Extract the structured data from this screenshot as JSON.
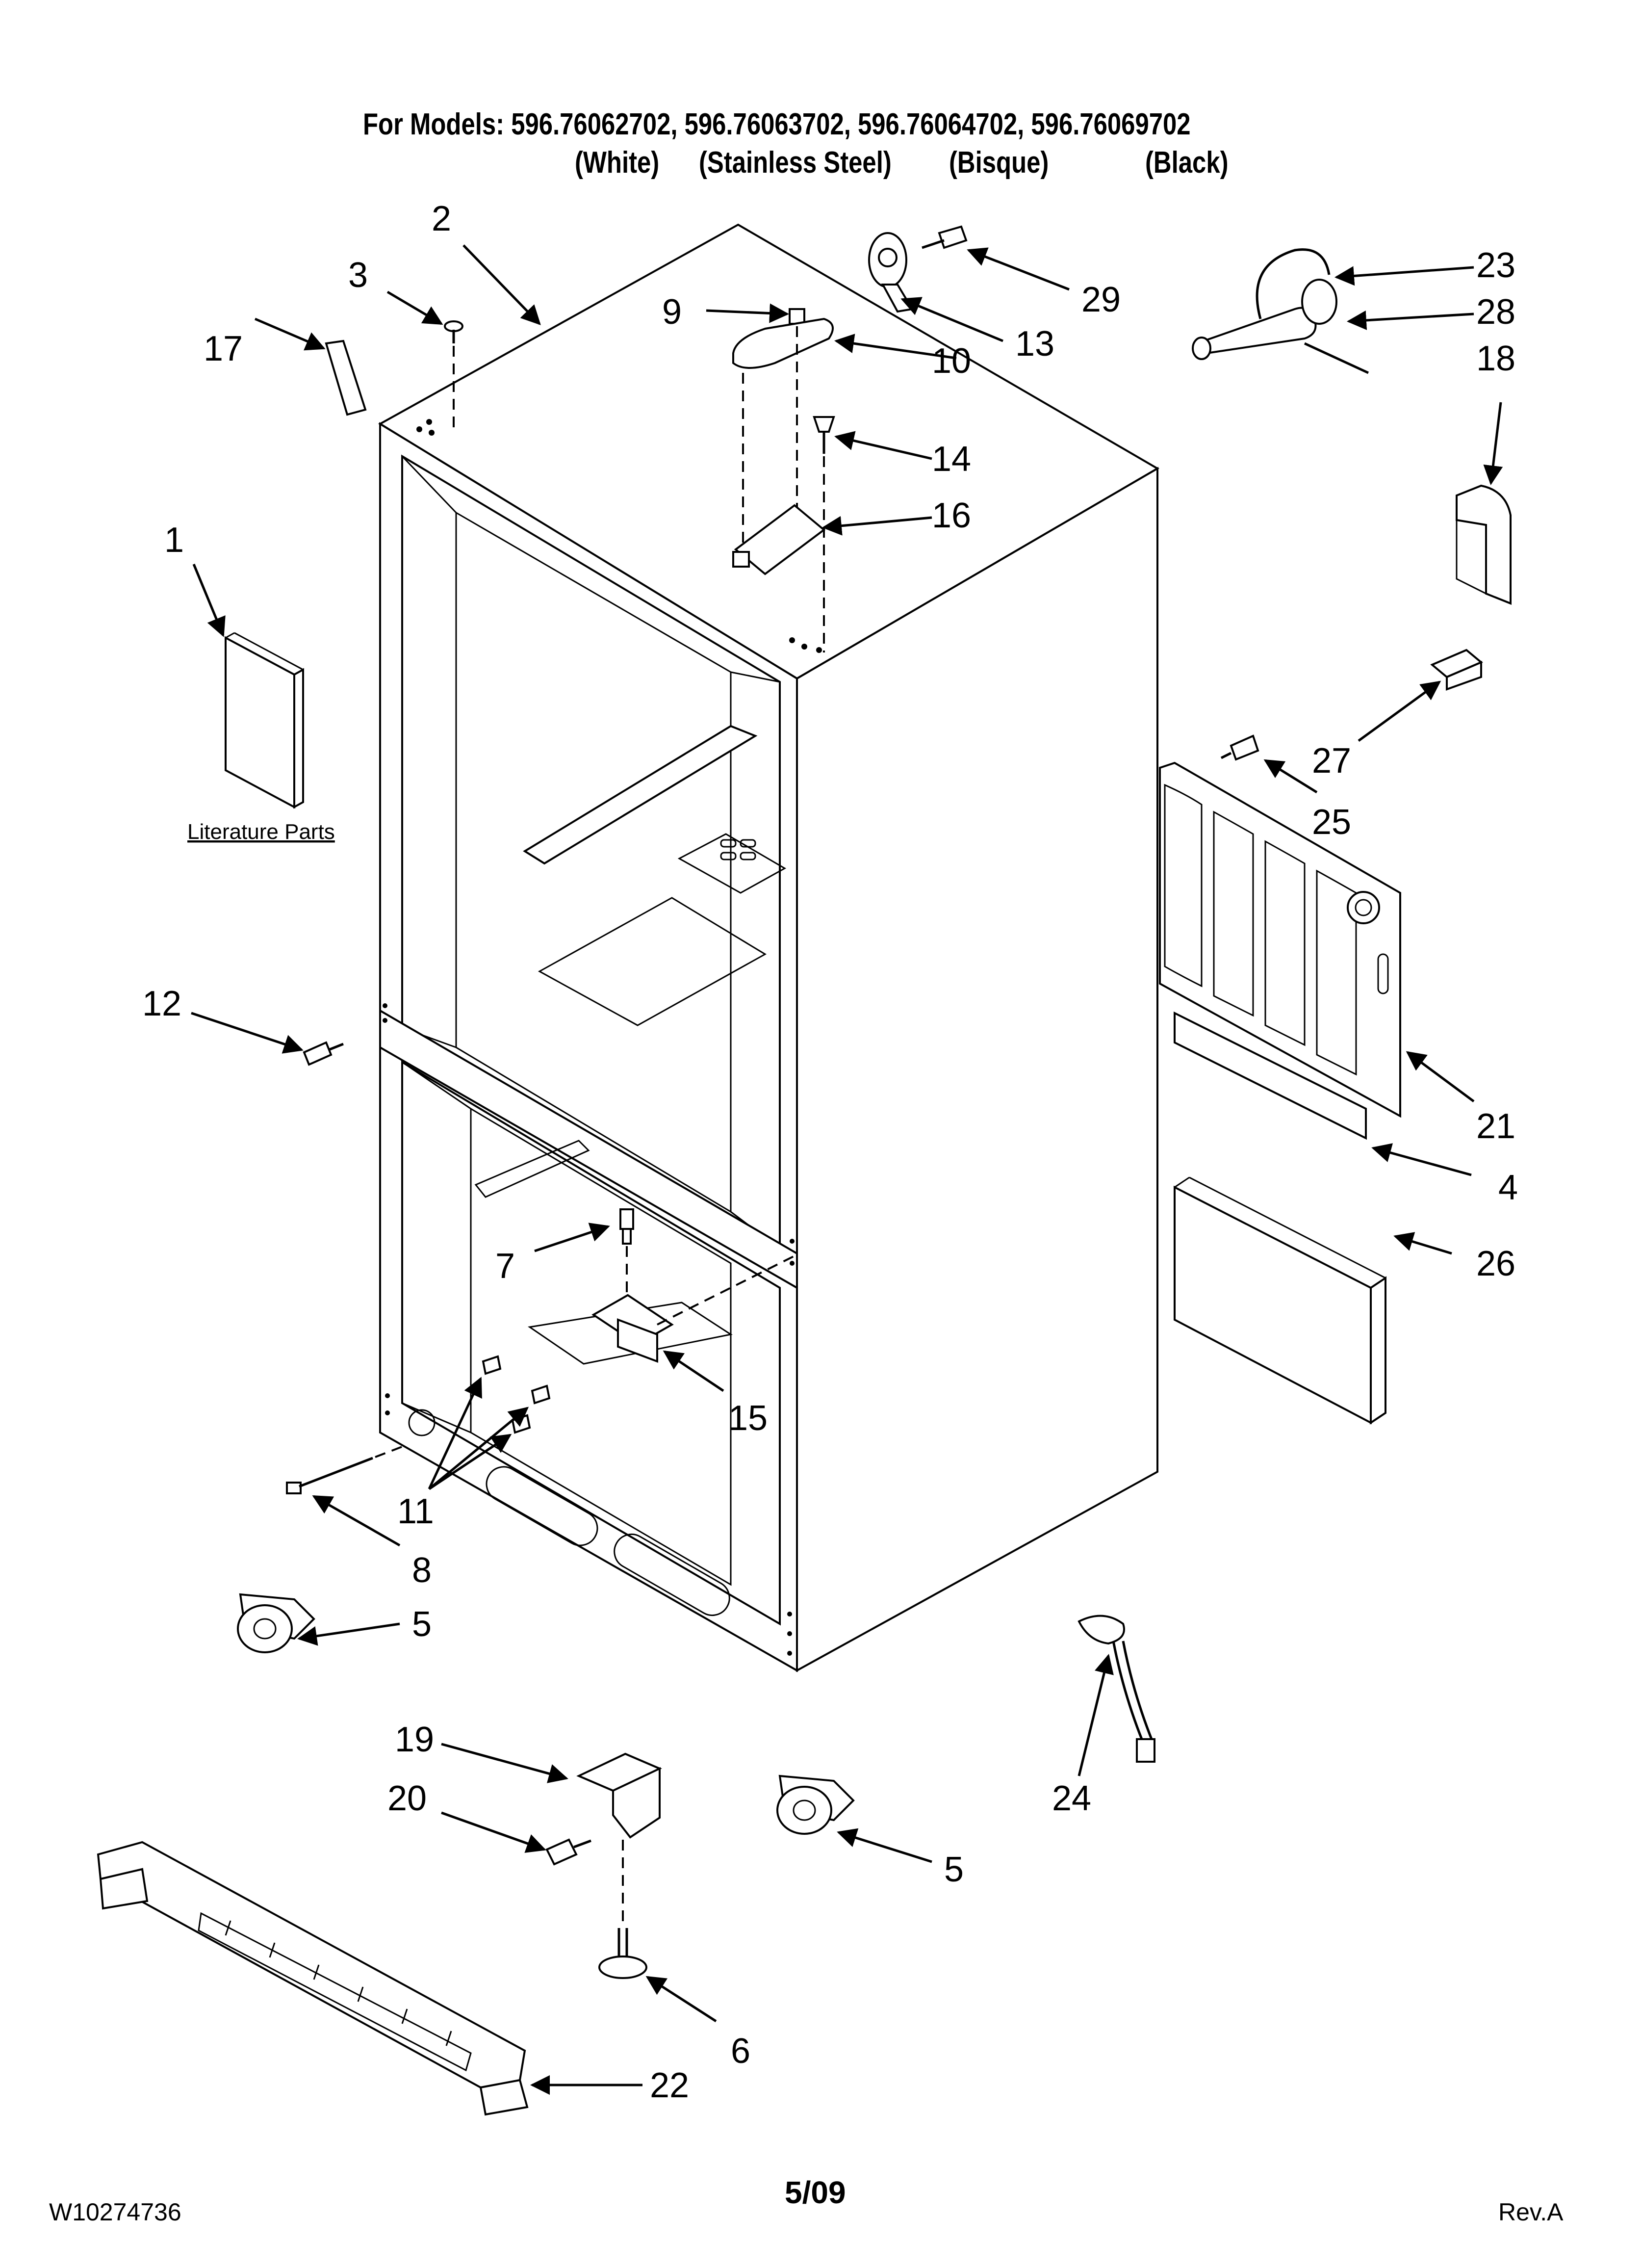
{
  "header": {
    "models_line": "For Models: 596.76062702, 596.76063702, 596.76064702, 596.76069702",
    "finishes": [
      "(White)",
      "(Stainless Steel)",
      "(Bisque)",
      "(Black)"
    ]
  },
  "literature_label": "Literature Parts",
  "callouts": [
    "1",
    "2",
    "3",
    "4",
    "5",
    "5",
    "6",
    "7",
    "8",
    "9",
    "10",
    "11",
    "12",
    "13",
    "14",
    "15",
    "16",
    "17",
    "18",
    "19",
    "20",
    "21",
    "22",
    "23",
    "24",
    "25",
    "26",
    "27",
    "28",
    "29"
  ],
  "footer": {
    "doc_number": "W10274736",
    "date": "5/09",
    "revision": "Rev.A"
  }
}
